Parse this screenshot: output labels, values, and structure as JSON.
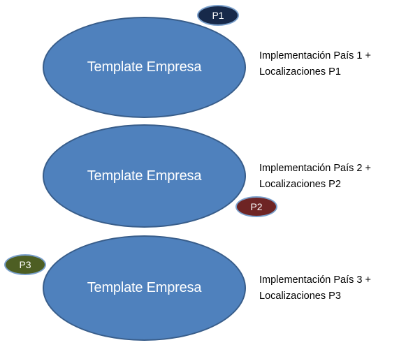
{
  "rows": [
    {
      "ellipse_label": "Template Empresa",
      "badge": {
        "label": "P1",
        "color": "#17294a"
      },
      "note_line1": "Implementación País 1 +",
      "note_line2": "Localizaciones P1"
    },
    {
      "ellipse_label": "Template Empresa",
      "badge": {
        "label": "P2",
        "color": "#6e2424"
      },
      "note_line1": "Implementación País 2 +",
      "note_line2": "Localizaciones P2"
    },
    {
      "ellipse_label": "Template Empresa",
      "badge": {
        "label": "P3",
        "color": "#4d5e23"
      },
      "note_line1": "Implementación País 3 +",
      "note_line2": "Localizaciones P3"
    }
  ],
  "colors": {
    "ellipse_fill": "#4f81bd",
    "ellipse_border": "#385d8a",
    "badge_border": "#7aa0cc"
  }
}
